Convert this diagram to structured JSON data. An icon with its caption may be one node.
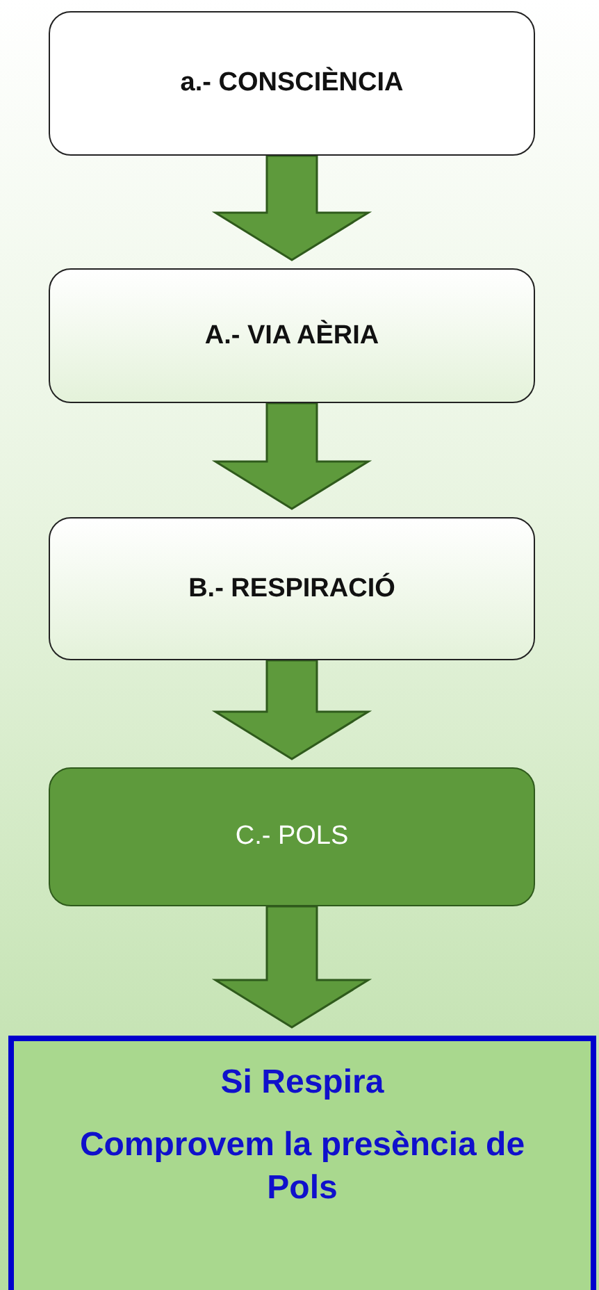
{
  "diagram": {
    "nodes": [
      {
        "text": [
          "a.- CONSCIÈNCIA"
        ]
      },
      {
        "text": [
          "A.- VIA AÈRIA"
        ]
      },
      {
        "text": [
          "B.- RESPIRACIÓ"
        ]
      },
      {
        "text": [
          "C.- POLS"
        ]
      },
      {
        "text": [
          "Si Respira",
          "Comprovem la presència de Pols"
        ]
      }
    ],
    "edges": [
      {
        "from": 0,
        "to": 1,
        "arrow": "to"
      },
      {
        "from": 1,
        "to": 2,
        "arrow": "to"
      },
      {
        "from": 2,
        "to": 3,
        "arrow": "to"
      },
      {
        "from": 3,
        "to": 4,
        "arrow": "to"
      }
    ]
  }
}
